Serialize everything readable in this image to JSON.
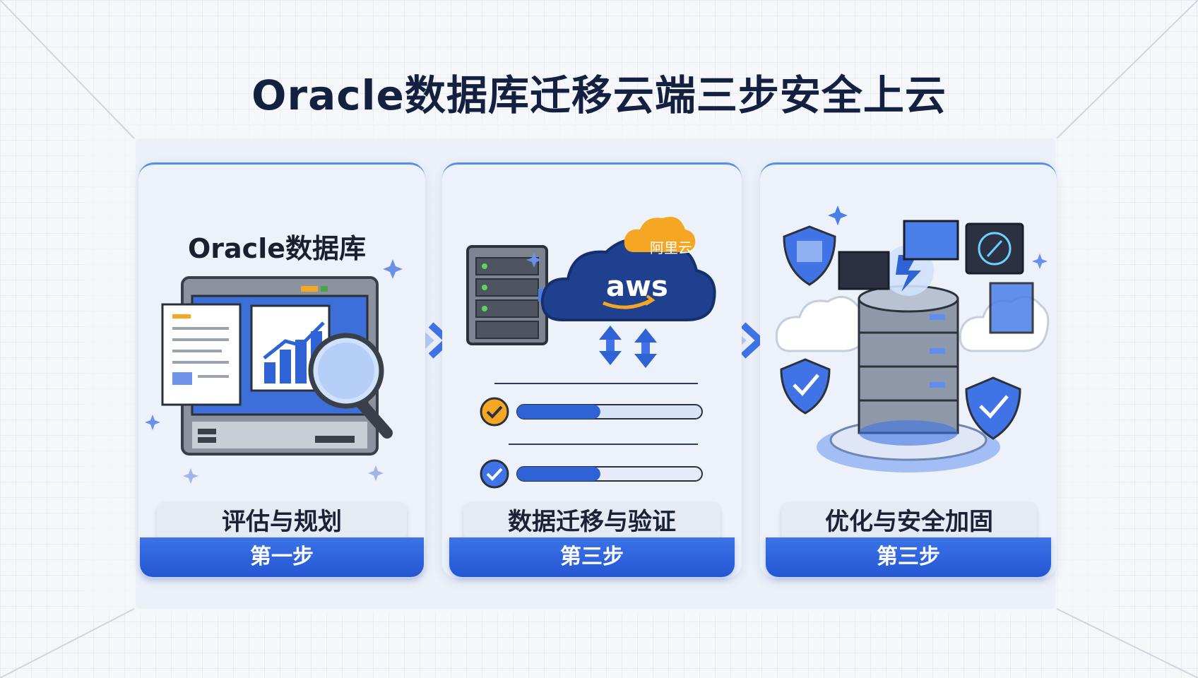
{
  "title": "Oracle数据库迁移云端三步安全上云",
  "panels": [
    {
      "heading": "Oracle数据库",
      "label": "评估与规划",
      "step": "第一步"
    },
    {
      "badge": "阿里云",
      "cloud_logo": "aws",
      "label": "数据迁移与验证",
      "step": "第三步",
      "progress": [
        {
          "status": "check-orange",
          "fill": 0.45
        },
        {
          "status": "check-blue",
          "fill": 0.45
        }
      ]
    },
    {
      "label": "优化与安全加固",
      "step": "第三步"
    }
  ],
  "colors": {
    "title": "#13203f",
    "accent_blue": "#2456d2",
    "badge_orange": "#f5a623",
    "cloud_navy": "#1f3f8f"
  },
  "icons": [
    "magnifier-icon",
    "server-icon",
    "cloud-icon",
    "shield-icon",
    "database-icon",
    "check-icon",
    "chevron-right-icon"
  ]
}
